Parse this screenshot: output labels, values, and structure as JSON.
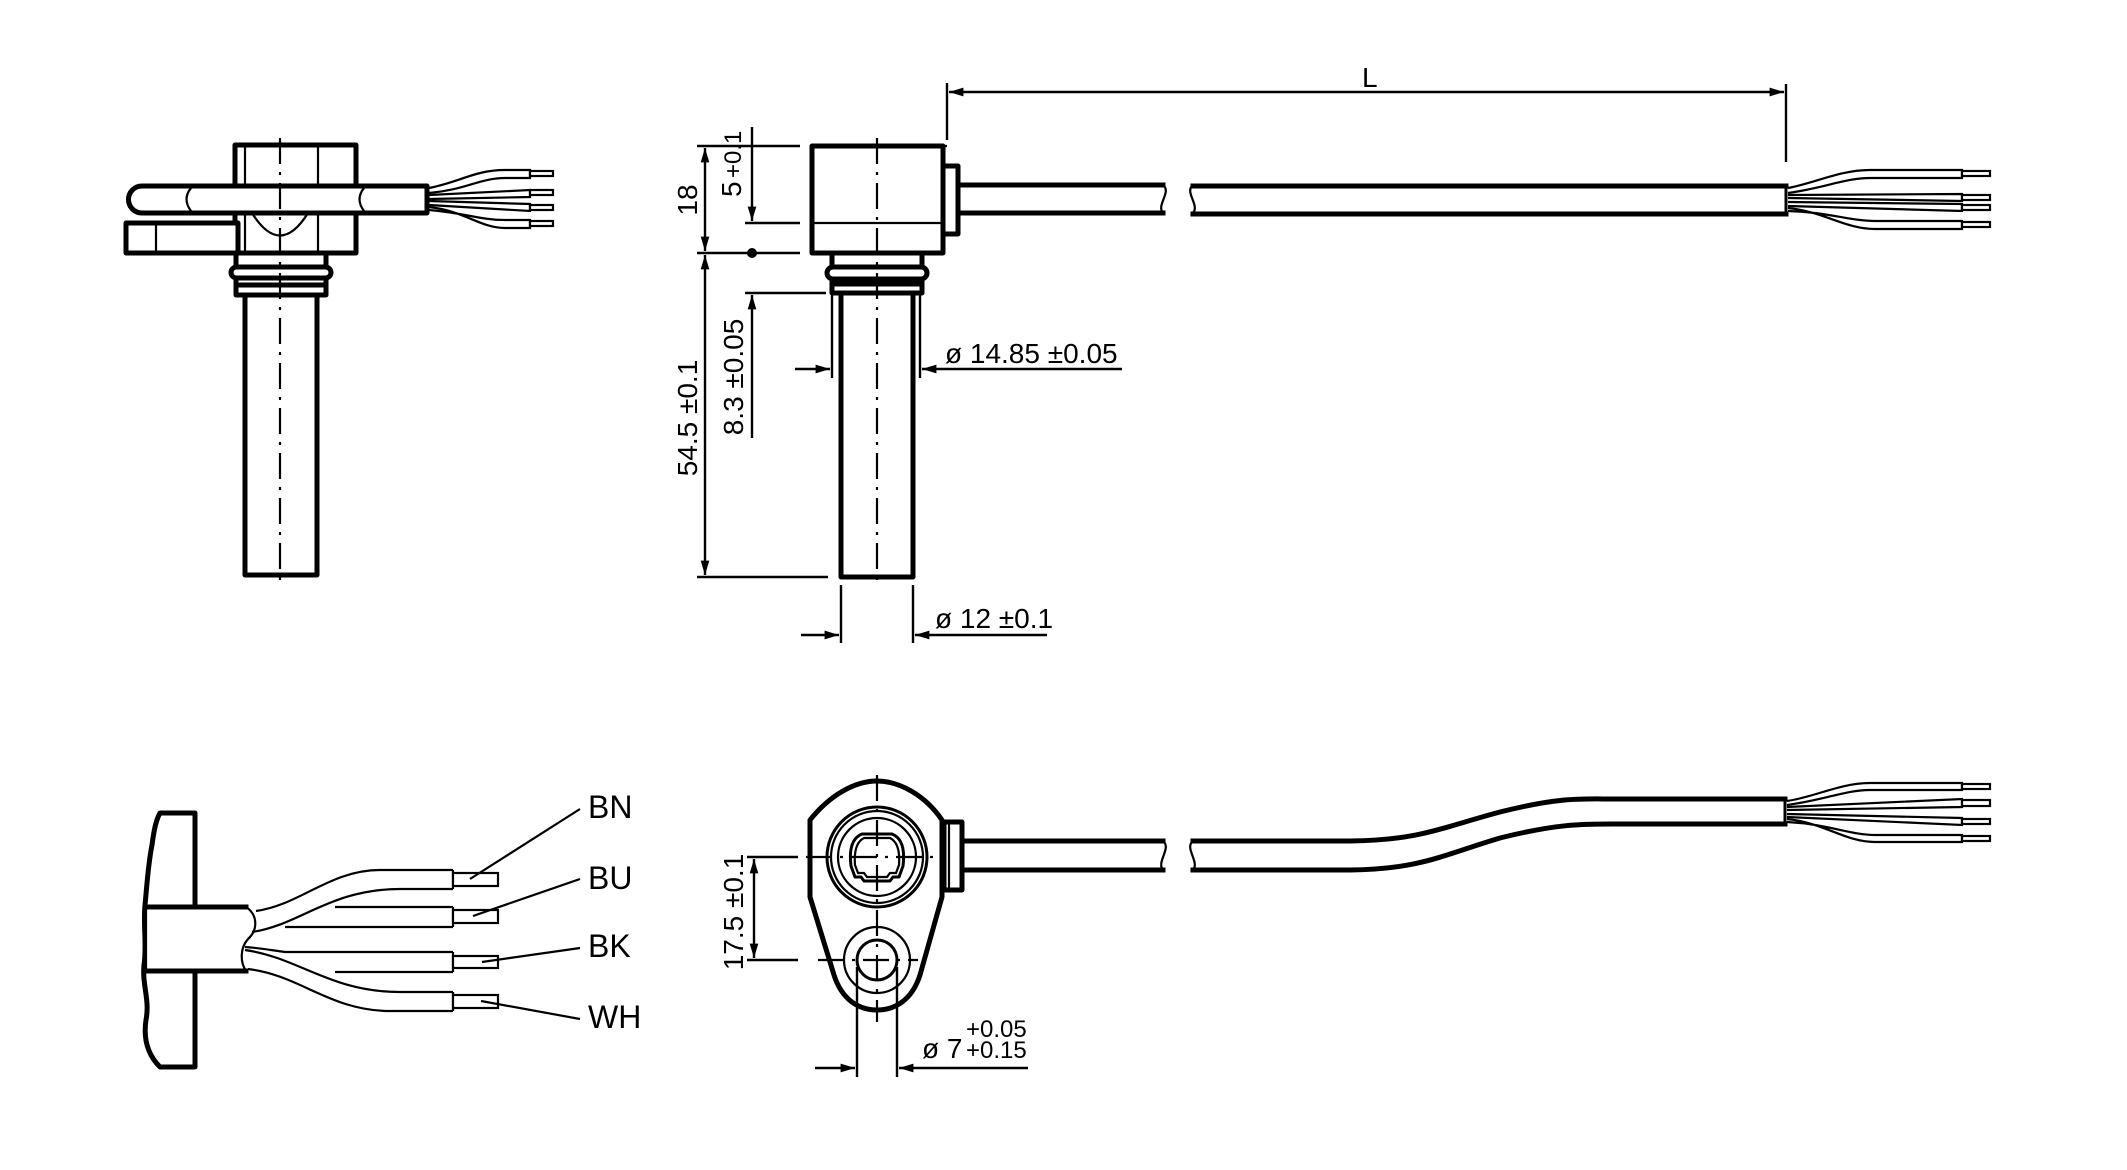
{
  "drawing": {
    "title": "Sensor dimension drawing with cable",
    "views": {
      "top_left": "side view (rotated)",
      "top_middle": "side view with dimensions",
      "bottom_left": "wire colour detail",
      "bottom_middle": "top view with flange"
    }
  },
  "dimensions": {
    "cable_length": "L",
    "housing_height": "18",
    "flange_offset_value": "5",
    "flange_offset_tol": "+0.1",
    "probe_length": "54.5 ±0.1",
    "oring_position": "8.3 ±0.05",
    "oring_diameter": "ø 14.85 ±0.05",
    "probe_diameter": "ø 12 ±0.1",
    "hole_spacing": "17.5 ±0.1",
    "hole_diameter_symbol": "ø 7",
    "hole_diameter_tol_upper": "+0.05",
    "hole_diameter_tol_lower": "+0.15"
  },
  "wires": [
    {
      "code": "BN",
      "color": "#8B4513"
    },
    {
      "code": "BU",
      "color": "#1f4fbf"
    },
    {
      "code": "BK",
      "color": "#000000"
    },
    {
      "code": "WH",
      "color": "#ffffff"
    }
  ],
  "colors": {
    "line": "#000000",
    "background": "#ffffff"
  }
}
